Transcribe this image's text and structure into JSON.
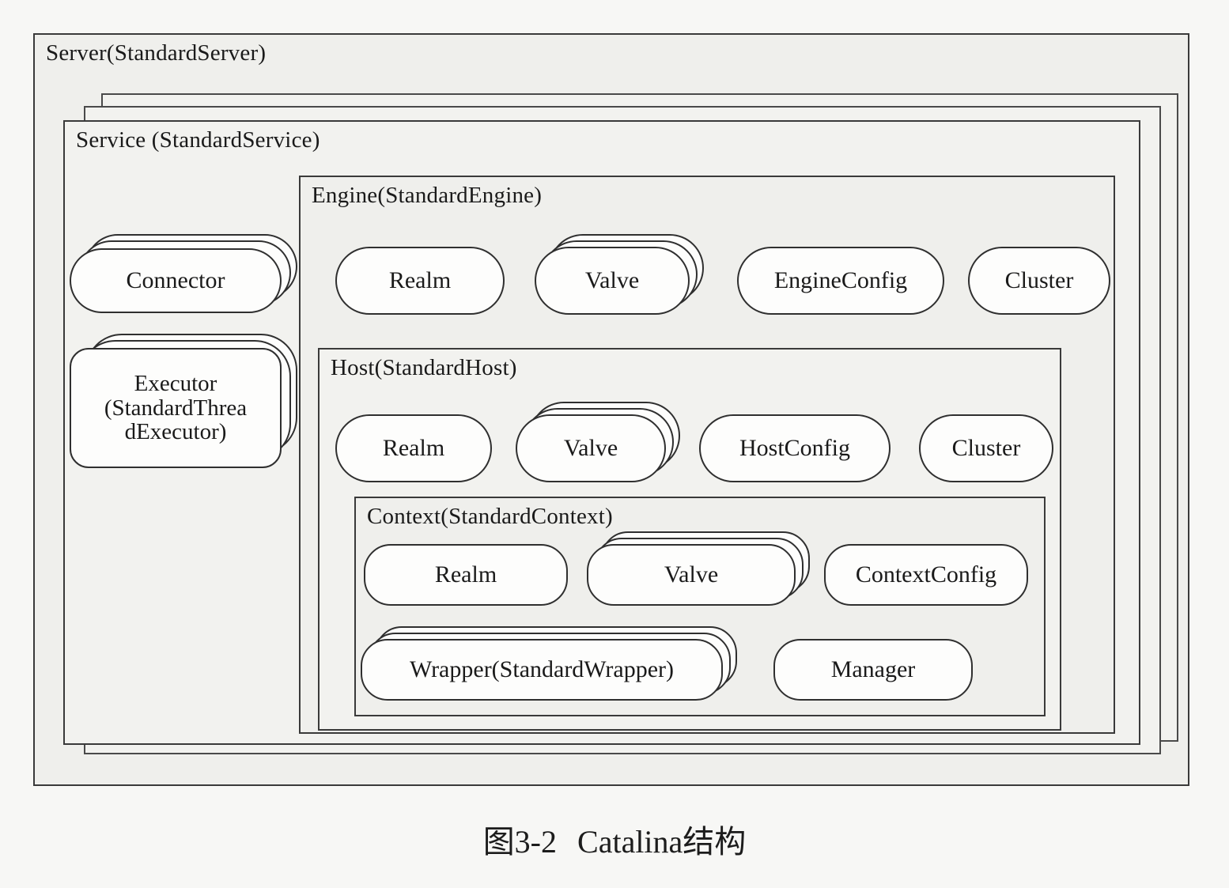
{
  "diagram": {
    "title_caption": "图3-2",
    "caption_text": "Catalina结构",
    "server": {
      "label": "Server(StandardServer)",
      "service": {
        "label": "Service (StandardService)",
        "components": [
          {
            "label": "Connector",
            "stacked": true
          },
          {
            "label": "Executor\n(StandardThrea\ndExecutor)",
            "stacked": true
          }
        ],
        "engine": {
          "label": "Engine(StandardEngine)",
          "components": [
            {
              "label": "Realm",
              "stacked": false
            },
            {
              "label": "Valve",
              "stacked": true
            },
            {
              "label": "EngineConfig",
              "stacked": false
            },
            {
              "label": "Cluster",
              "stacked": false
            }
          ],
          "host": {
            "label": "Host(StandardHost)",
            "components": [
              {
                "label": "Realm",
                "stacked": false
              },
              {
                "label": "Valve",
                "stacked": true
              },
              {
                "label": "HostConfig",
                "stacked": false
              },
              {
                "label": "Cluster",
                "stacked": false
              }
            ],
            "context": {
              "label": "Context(StandardContext)",
              "components_row1": [
                {
                  "label": "Realm",
                  "stacked": false
                },
                {
                  "label": "Valve",
                  "stacked": true
                },
                {
                  "label": "ContextConfig",
                  "stacked": false
                }
              ],
              "components_row2": [
                {
                  "label": "Wrapper(StandardWrapper)",
                  "stacked": true
                },
                {
                  "label": "Manager",
                  "stacked": false
                }
              ]
            }
          }
        }
      }
    }
  },
  "colors": {
    "paper": "#f7f7f5",
    "panel_fill": "#efefec",
    "pill_fill": "#fdfdfc",
    "stroke": "#2f2f2f"
  },
  "executor_lines": {
    "line1": "Executor",
    "line2": "(StandardThrea",
    "line3": "dExecutor)"
  }
}
